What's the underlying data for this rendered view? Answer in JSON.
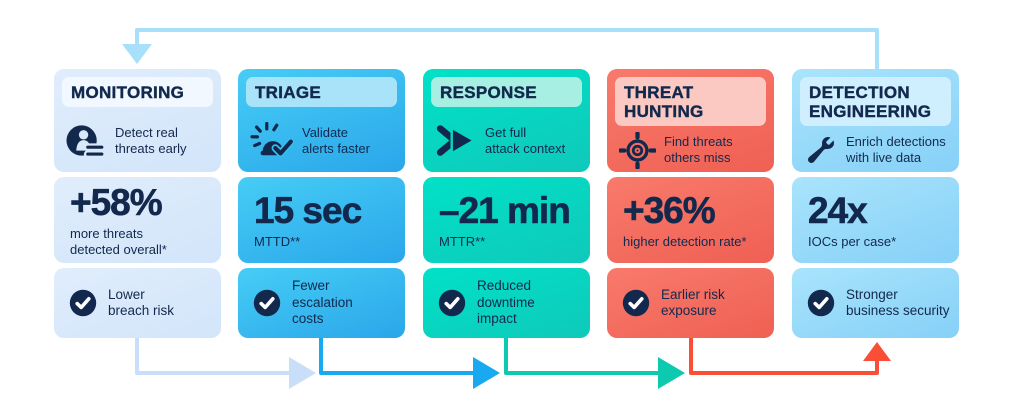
{
  "canvas": {
    "background": "#ffffff",
    "text_color": "#12294d"
  },
  "cards": [
    {
      "title": "MONITORING",
      "tagline": "Detect real\nthreats early",
      "stat": "+58%",
      "stat_caption": "more threats\ndetected overall*",
      "benefit": "Lower\nbreach risk",
      "icon": "user-detection-icon",
      "colors": {
        "card": "#d7e8fb",
        "pill": "#f1f8ff",
        "arrow": "#c9def8"
      }
    },
    {
      "title": "TRIAGE",
      "tagline": "Validate\nalerts faster",
      "stat": "15 sec",
      "stat_caption": "MTTD**",
      "benefit": "Fewer\nescalation\ncosts",
      "icon": "alert-validated-icon",
      "colors": {
        "card": "#38bdf0",
        "pill": "#a9e3fa",
        "arrow": "#18a9f1"
      }
    },
    {
      "title": "RESPONSE",
      "tagline": "Get full\nattack context",
      "stat": "–21 min",
      "stat_caption": "MTTR**",
      "benefit": "Reduced\ndowntime\nimpact",
      "icon": "fast-forward-icon",
      "colors": {
        "card": "#08d5c1",
        "pill": "#a6efe2",
        "arrow": "#0cc9b0"
      }
    },
    {
      "title": "THREAT\nHUNTING",
      "tagline": "Find threats\nothers miss",
      "stat": "+36%",
      "stat_caption": "higher detection rate*",
      "benefit": "Earlier risk\nexposure",
      "icon": "target-icon",
      "colors": {
        "card": "#f36c5f",
        "pill": "#fbc9c2",
        "arrow": "#fa4e37"
      }
    },
    {
      "title": "DETECTION\nENGINEERING",
      "tagline": "Enrich detections\nwith live data",
      "stat": "24x",
      "stat_caption": "IOCs per case*",
      "benefit": "Stronger\nbusiness security",
      "icon": "wrench-icon",
      "colors": {
        "card": "#93d8f9",
        "pill": "#cfeffe",
        "arrow": null
      }
    }
  ],
  "flow": {
    "loop_color": "#a8dffa",
    "sequence": [
      "MONITORING",
      "TRIAGE",
      "RESPONSE",
      "THREAT HUNTING",
      "DETECTION ENGINEERING"
    ],
    "loop_back": "DETECTION ENGINEERING to MONITORING"
  }
}
